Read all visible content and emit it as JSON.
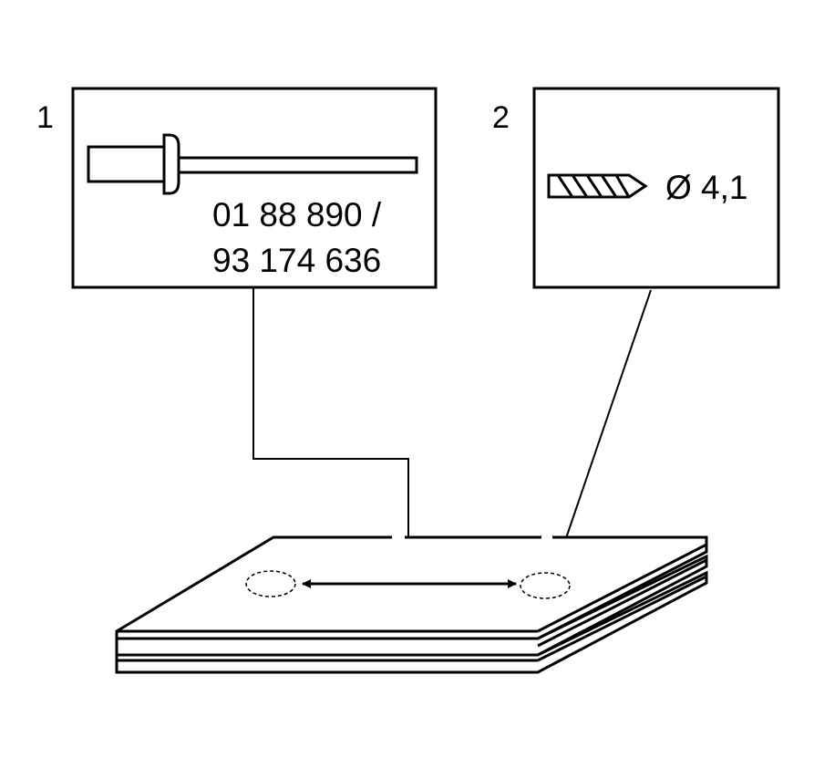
{
  "callout_1": {
    "number": "1",
    "icon": "rivet-icon",
    "part_number_line1": "01 88 890 /",
    "part_number_line2": "93 174 636"
  },
  "callout_2": {
    "number": "2",
    "icon": "drill-bit-icon",
    "drill_diameter": "Ø 4,1"
  },
  "colors": {
    "line": "#000000",
    "background": "#ffffff"
  }
}
